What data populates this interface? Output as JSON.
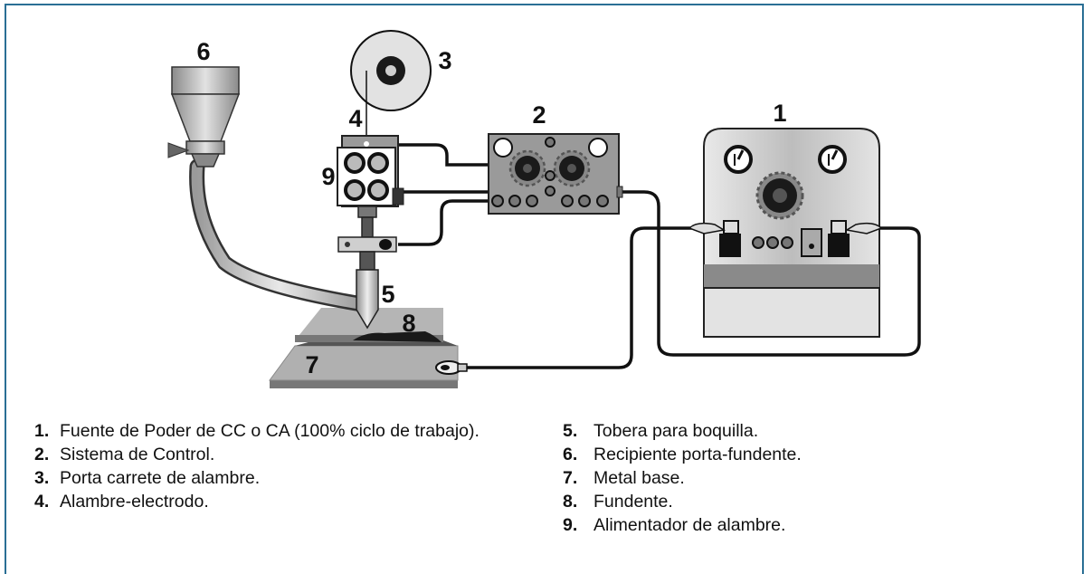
{
  "labels": {
    "l1": "1",
    "l2": "2",
    "l3": "3",
    "l4": "4",
    "l5": "5",
    "l6": "6",
    "l7": "7",
    "l8": "8",
    "l9": "9"
  },
  "legend": {
    "left": [
      {
        "num": "1.",
        "text": "Fuente de Poder de CC o CA (100% ciclo de trabajo)."
      },
      {
        "num": "2.",
        "text": "Sistema de Control."
      },
      {
        "num": "3.",
        "text": "Porta carrete de alambre."
      },
      {
        "num": "4.",
        "text": "Alambre-electrodo."
      }
    ],
    "right": [
      {
        "num": "5.",
        "text": "Tobera para boquilla."
      },
      {
        "num": "6.",
        "text": "Recipiente porta-fundente."
      },
      {
        "num": "7.",
        "text": "Metal base."
      },
      {
        "num": "8.",
        "text": "Fundente."
      },
      {
        "num": "9.",
        "text": "Alimentador de alambre."
      }
    ]
  },
  "colors": {
    "frame": "#2a6f95",
    "cable": "#111111",
    "metal": "#a7a7a7",
    "panel": "#9a9a9a"
  }
}
